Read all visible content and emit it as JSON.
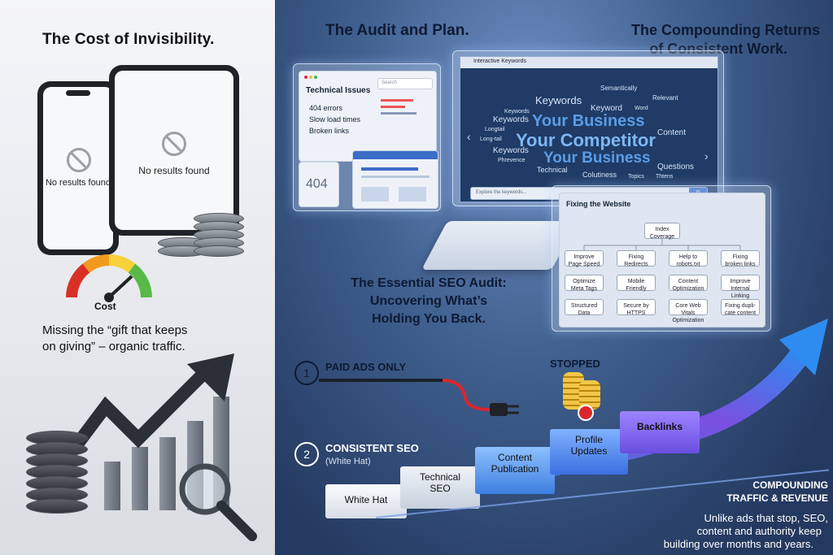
{
  "left": {
    "title": "The Cost of Invisibility.",
    "phone_message": "No results found",
    "tablet_message": "No results found",
    "gauge_label": "Cost",
    "caption_line1": "Missing the “gift that keeps",
    "caption_line2": "on giving” – organic traffic."
  },
  "audit": {
    "title": "The Audit and Plan.",
    "tech_issues_title": "Technical Issues",
    "search_placeholder": "Search",
    "issues": [
      "404 errors",
      "Slow load times",
      "Broken links"
    ],
    "error_code": "404"
  },
  "keywords": {
    "window_title": "Interactive Keywords",
    "words": [
      "Keywords",
      "Semantically",
      "Keywords",
      "Keyword",
      "Word",
      "Keywords",
      "Relevant",
      "Longtail",
      "Long-tail",
      "Content",
      "Keywords",
      "Phrevence",
      "Technical",
      "Colutiness",
      "Questions",
      "Topics",
      "Thtens"
    ],
    "big1": "Your Business",
    "big2": "Your Competitor",
    "big3": "Your Business",
    "search_placeholder": "Explore the keywords..."
  },
  "returns": {
    "title_line1": "The Compounding Returns",
    "title_line2": "of Consistent Work."
  },
  "fixing": {
    "title": "Fixing the Website",
    "root": "Index Coverage",
    "nodes": [
      "Improve Page Speed",
      "Fixing Redirects",
      "Help to robots.txt",
      "Fixing broken links",
      "Optimize Meta Tags",
      "Mobile Friendly",
      "Content Optimization",
      "Improve Internal Linking",
      "Structured Data",
      "Secure by HTTPS",
      "Core Web Vitals Optimization",
      "Fixing dupli-cate content"
    ]
  },
  "seo_audit": {
    "line1": "The Essential SEO Audit:",
    "line2": "Uncovering What’s",
    "line3": "Holding You Back."
  },
  "paid": {
    "number": "1",
    "label": "PAID ADS ONLY",
    "stopped": "STOPPED"
  },
  "consistent": {
    "number": "2",
    "label": "CONSISTENT SEO",
    "sublabel": "(White Hat)"
  },
  "steps": [
    "White Hat",
    "Technical SEO",
    "Content Publication",
    "Profile Updates",
    "Backlinks"
  ],
  "compounding": {
    "line1": "COMPOUNDING",
    "line2": "TRAFFIC & REVENUE",
    "note1": "Unlike ads that stop, SEO,",
    "note2": "content and authority keep",
    "note3": "building over months and years."
  },
  "colors": {
    "accent_blue": "#3d7fe0",
    "purple": "#7b4fe0",
    "red_stop": "#d9262c",
    "gold": "#d4a017"
  }
}
